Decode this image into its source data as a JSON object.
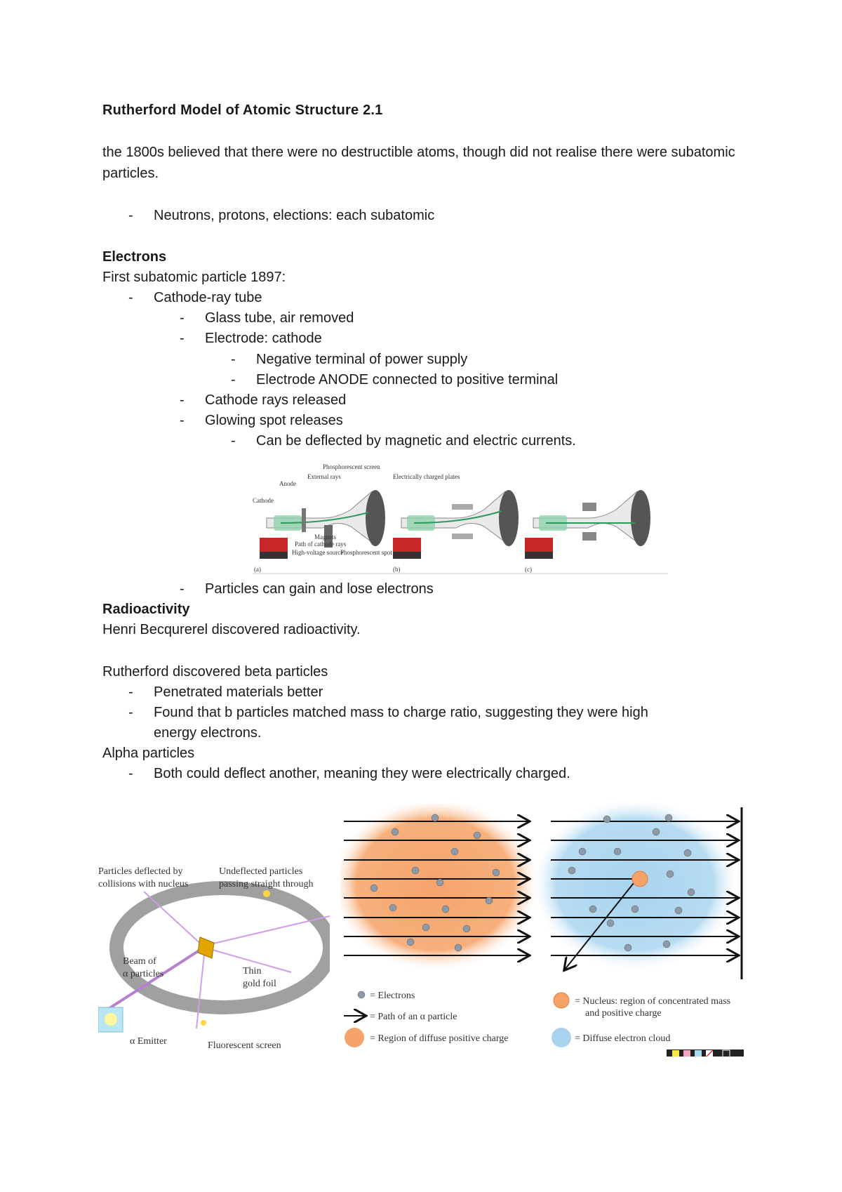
{
  "title": "Rutherford Model of Atomic Structure 2.1",
  "intro": "the 1800s believed that there were no destructible atoms, though did not realise there were subatomic particles.",
  "intro_bullets": [
    "Neutrons, protons, elections: each subatomic"
  ],
  "electrons": {
    "heading": "Electrons",
    "line1": "First subatomic particle 1897:",
    "items": [
      "Cathode-ray tube",
      "Glass tube, air removed",
      "Electrode: cathode",
      "Negative terminal of power supply",
      "Electrode ANODE connected to positive terminal",
      "Cathode rays released",
      "Glowing spot releases",
      "Can be deflected by magnetic and electric currents.",
      "Particles can gain and lose electrons"
    ]
  },
  "cathode_figure": {
    "labels": [
      "Phosphorescent screen",
      "External rays",
      "Anode",
      "Cathode",
      "Magnets",
      "Path of cathode rays",
      "High-voltage source",
      "Phosphorescent spot",
      "Electrically charged plates",
      "(a)",
      "(b)",
      "(c)"
    ]
  },
  "radioactivity": {
    "heading": "Radioactivity",
    "line1": "Henri Becqurerel discovered radioactivity.",
    "line2": "Rutherford discovered beta particles",
    "items": [
      "Penetrated materials better",
      "Found that b particles matched mass to charge ratio, suggesting they were high",
      "energy electrons.",
      "Both could deflect another, meaning they were electrically charged."
    ],
    "alpha": "Alpha particles"
  },
  "gold_foil_figure": {
    "labels": [
      "Particles deflected by",
      "collisions with nucleus",
      "Undeflected particles",
      "passing straight through",
      "Beam of",
      "α particles",
      "Thin",
      "gold foil",
      "α Emitter",
      "Fluorescent screen"
    ]
  },
  "models_figure": {
    "legend": [
      "= Electrons",
      "= Path of an α particle",
      "= Region of diffuse positive charge",
      "= Nucleus: region of concentrated mass",
      "and positive charge",
      "= Diffuse electron cloud"
    ]
  },
  "colors": {
    "text": "#1a1a1a",
    "orange": "#f5a36b",
    "blue": "#a7d3ee",
    "green": "#6fc39a"
  }
}
